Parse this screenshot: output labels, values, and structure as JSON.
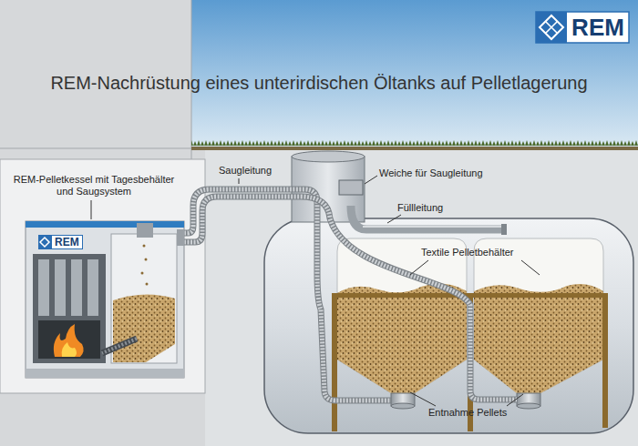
{
  "diagram": {
    "title": "REM-Nachrüstung eines unterirdischen Öltanks auf Pelletlagerung",
    "nodes": [
      {
        "text": [
          "REM-Pelletkessel mit Tagesbehälter und Saugsystem",
          "REM"
        ]
      }
    ],
    "labels": [
      "REM",
      "Saugleitung",
      "Weiche für Saugleitung",
      "Füllleitung",
      "Textile Pelletbehälter",
      "Entnahme Pellets"
    ]
  }
}
